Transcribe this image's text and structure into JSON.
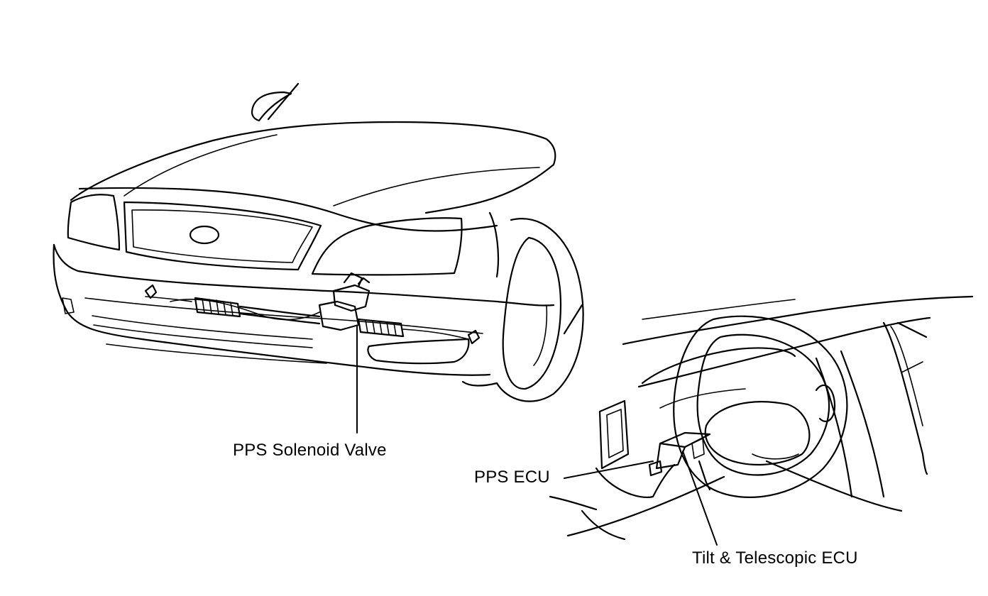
{
  "labels": {
    "pps_solenoid_valve": "PPS Solenoid Valve",
    "pps_ecu": "PPS ECU",
    "tilt_telescopic_ecu": "Tilt & Telescopic ECU"
  }
}
